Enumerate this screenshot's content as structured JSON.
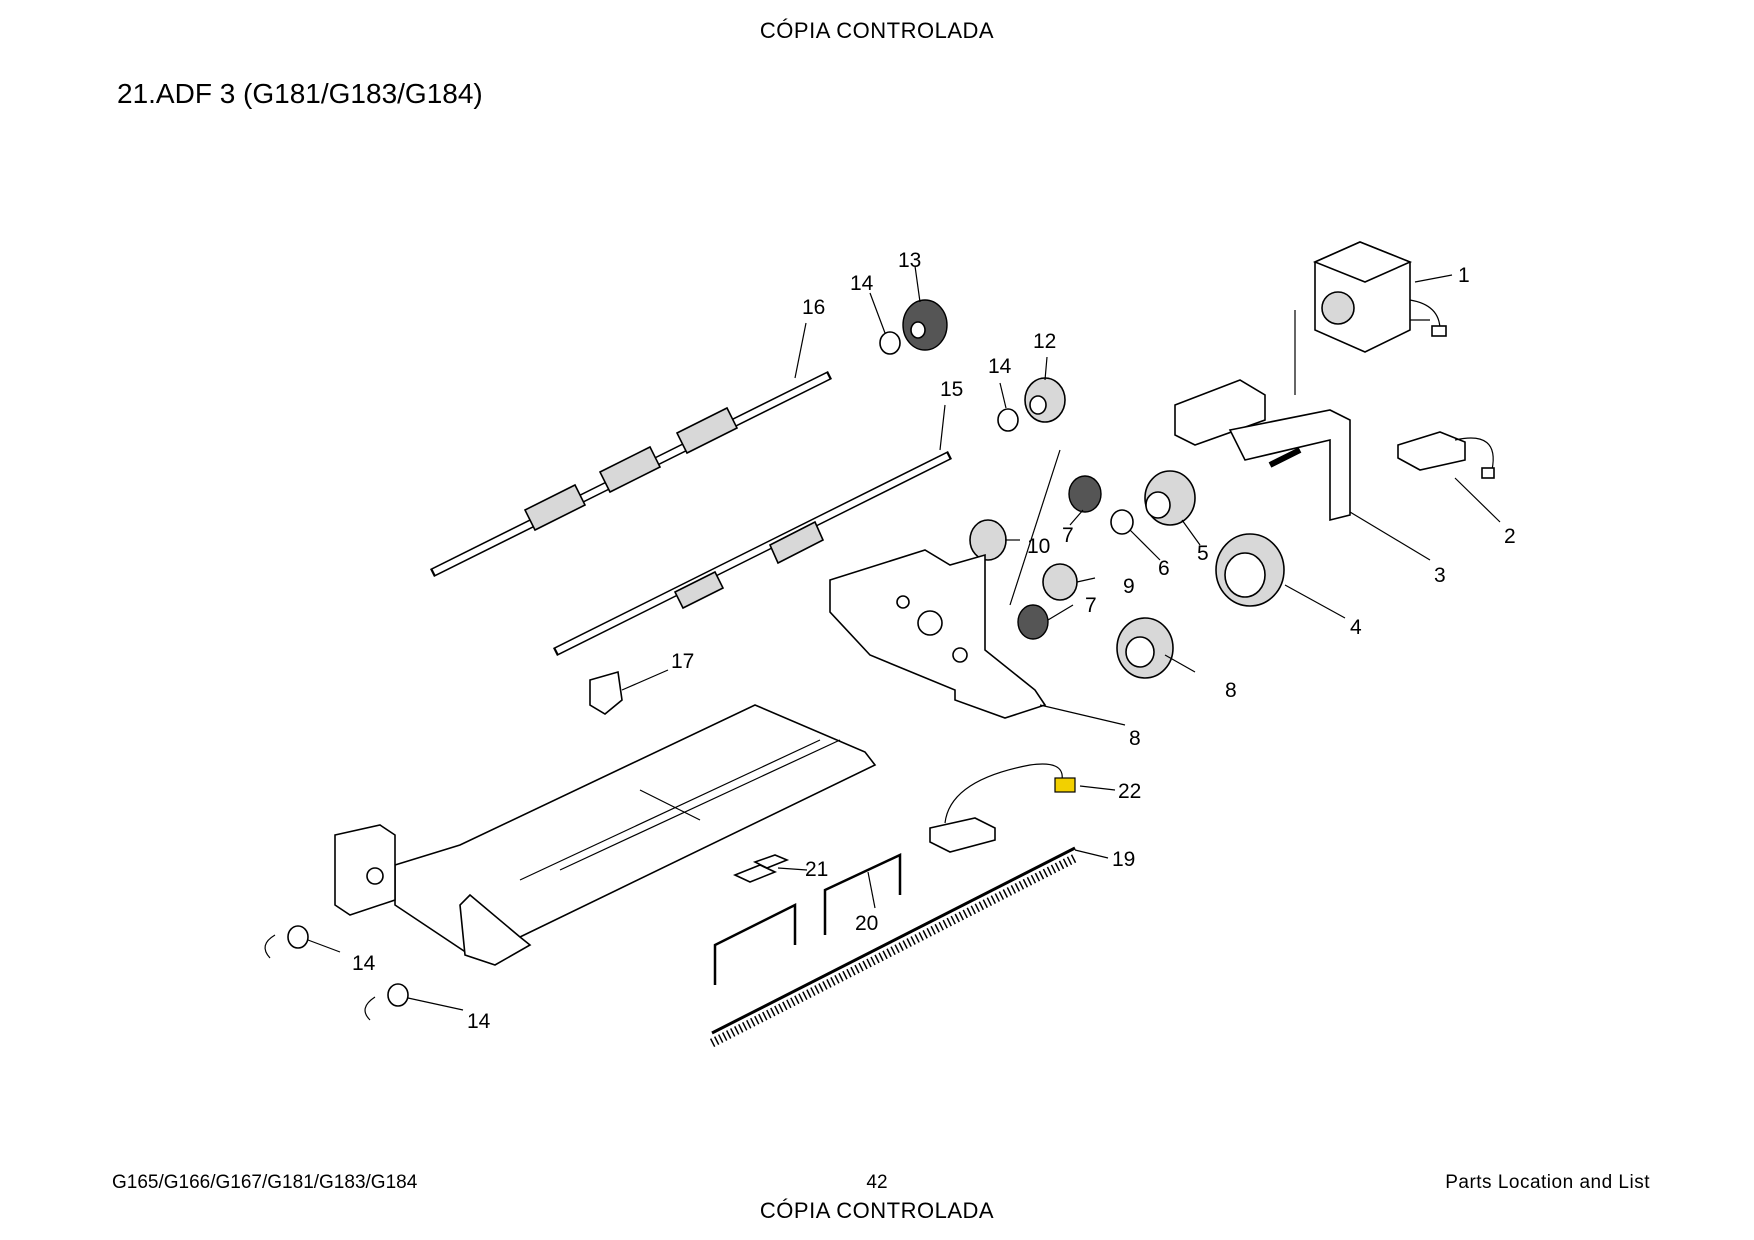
{
  "header": {
    "watermark": "CÓPIA CONTROLADA"
  },
  "title": "21.ADF 3 (G181/G183/G184)",
  "diagram": {
    "callouts": [
      "1",
      "2",
      "3",
      "4",
      "5",
      "6",
      "7",
      "7",
      "8",
      "8",
      "9",
      "10",
      "12",
      "13",
      "14",
      "14",
      "14",
      "14",
      "15",
      "16",
      "17",
      "19",
      "20",
      "21",
      "22"
    ],
    "colors": {
      "highlight": "#f2d000",
      "line": "#000000",
      "fill": "#d8d8d8"
    }
  },
  "footer": {
    "models": "G165/G166/G167/G181/G183/G184",
    "page": "42",
    "section": "Parts Location and List",
    "watermark": "CÓPIA CONTROLADA"
  }
}
